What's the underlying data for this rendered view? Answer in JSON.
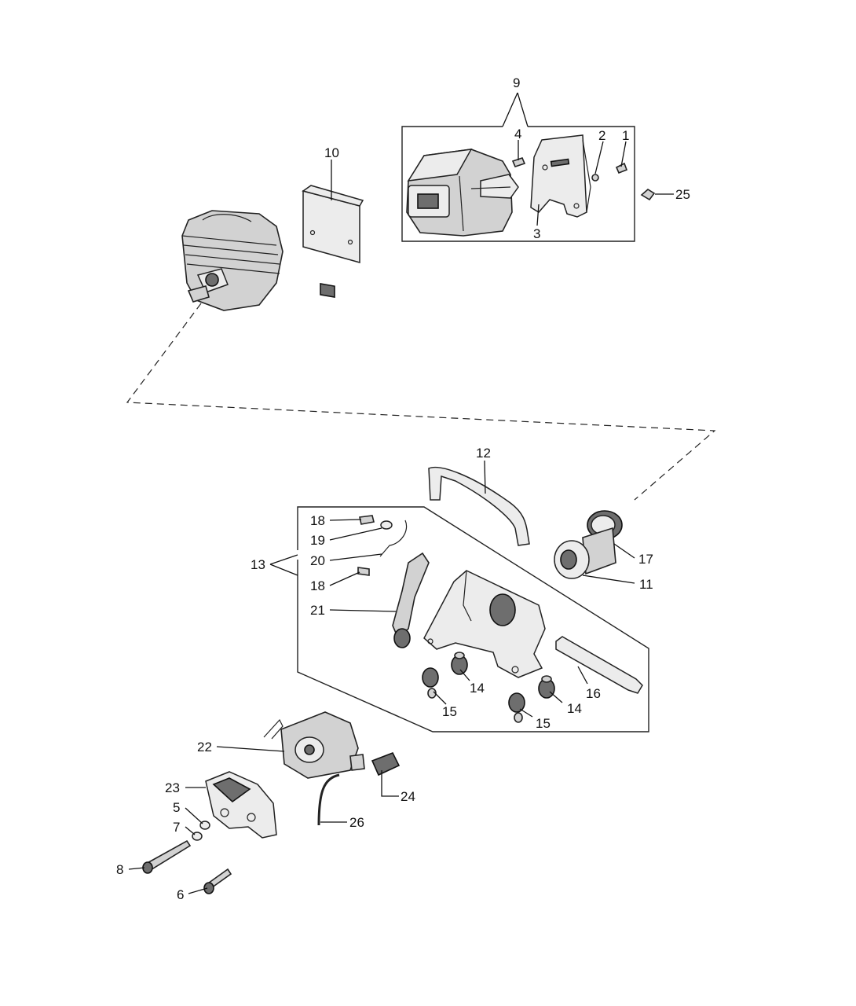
{
  "labels": {
    "l1": "1",
    "l2": "2",
    "l3": "3",
    "l4": "4",
    "l5": "5",
    "l6": "6",
    "l7": "7",
    "l8": "8",
    "l9": "9",
    "l10": "10",
    "l11": "11",
    "l12": "12",
    "l13": "13",
    "l14a": "14",
    "l14b": "14",
    "l15a": "15",
    "l15b": "15",
    "l16": "16",
    "l17": "17",
    "l18a": "18",
    "l18b": "18",
    "l19": "19",
    "l20": "20",
    "l21": "21",
    "l22": "22",
    "l23": "23",
    "l24": "24",
    "l25": "25",
    "l26": "26"
  }
}
